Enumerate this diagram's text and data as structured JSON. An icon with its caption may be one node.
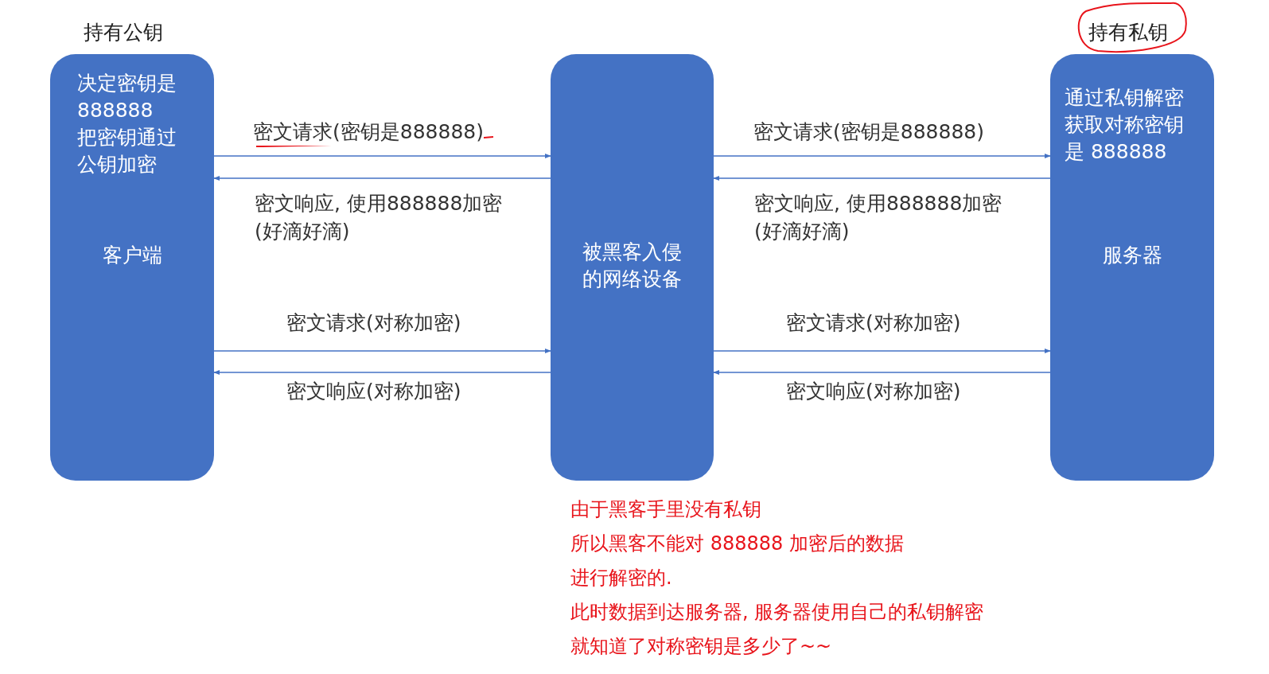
{
  "diagram": {
    "nodes": [
      {
        "text": [
          "决定密钥是888888",
          "把密钥通过公钥加密",
          "客户端"
        ],
        "beside": [
          "持有公钥"
        ]
      },
      {
        "text": [
          "被黑客入侵的网络设备"
        ]
      },
      {
        "text": [
          "通过私钥解密获取对称密钥是 888888",
          "服务器"
        ],
        "beside": [
          "持有私钥"
        ]
      }
    ],
    "edges": [
      {
        "from": 0,
        "to": 1,
        "arrow": "to",
        "label": "密文请求(密钥是888888)"
      },
      {
        "from": 1,
        "to": 0,
        "arrow": "to",
        "label": "密文响应, 使用888888加密(好滴好滴)"
      },
      {
        "from": 0,
        "to": 1,
        "arrow": "to",
        "label": "密文请求(对称加密)"
      },
      {
        "from": 1,
        "to": 0,
        "arrow": "to",
        "label": "密文响应(对称加密)"
      },
      {
        "from": 1,
        "to": 2,
        "arrow": "to",
        "label": "密文请求(密钥是888888)"
      },
      {
        "from": 2,
        "to": 1,
        "arrow": "to",
        "label": "密文响应, 使用888888加密(好滴好滴)"
      },
      {
        "from": 1,
        "to": 2,
        "arrow": "to",
        "label": "密文请求(对称加密)"
      },
      {
        "from": 2,
        "to": 1,
        "arrow": "to",
        "label": "密文响应(对称加密)"
      }
    ],
    "labels": [
      "由于黑客手里没有私钥",
      "所以黑客不能对 888888 加密后的数据",
      "进行解密的.",
      "此时数据到达服务器, 服务器使用自己的私钥解密",
      "就知道了对称密钥是多少了~~"
    ]
  }
}
